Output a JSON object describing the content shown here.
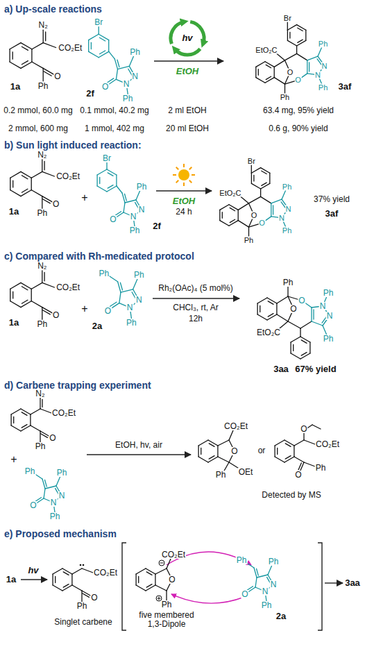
{
  "diagram": {
    "labels": [
      "a) Up-scale reactions",
      "N₂",
      "CO₂Et",
      "O",
      "Ph",
      "1a",
      "Br",
      "Ph",
      "N",
      "N",
      "Ph",
      "O",
      "2f",
      "hv",
      "EtOH",
      "Br",
      "EtO₂C",
      "O",
      "Ph",
      "N",
      "N",
      "Ph",
      "O",
      "Ph",
      "3af",
      "0.2 mmol, 60.0 mg",
      "0.1 mmol, 40.2 mg",
      "2 ml EtOH",
      "63.4 mg, 95% yield",
      "2 mmol, 600 mg",
      "1 mmol, 402 mg",
      "20 ml EtOH",
      "0.6 g, 90% yield",
      "b) Sun light induced reaction:",
      "N₂",
      "CO₂Et",
      "O",
      "Ph",
      "1a",
      "+",
      "Br",
      "Ph",
      "N",
      "N",
      "Ph",
      "O",
      "2f",
      "EtOH",
      "24 h",
      "Br",
      "EtO₂C",
      "O",
      "Ph",
      "N",
      "N",
      "Ph",
      "O",
      "Ph",
      "37% yield",
      "3af",
      "c) Compared with Rh-medicated protocol",
      "N₂",
      "CO₂Et",
      "O",
      "Ph",
      "1a",
      "+",
      "Ph",
      "Ph",
      "N",
      "N",
      "Ph",
      "O",
      "2a",
      "Rh₂(OAc)₄ (5 mol%)",
      "CHCl₃, rt, Ar",
      "12h",
      "EtO₂C",
      "O",
      "Ph",
      "N",
      "N",
      "Ph",
      "O",
      "Ph",
      "3aa",
      "67% yield",
      "d) Carbene trapping experiment",
      "N₂",
      "CO₂Et",
      "O",
      "Ph",
      "+",
      "Ph",
      "Ph",
      "N",
      "N",
      "Ph",
      "O",
      "EtOH, hv, air",
      "CO₂Et",
      "O",
      "Ph",
      "OEt",
      "or",
      "O",
      "CO₂Et",
      "O",
      "Ph",
      "Detected by MS",
      "e) Proposed mechanism",
      "1a",
      "hv",
      "CO₂Et",
      "O",
      "Ph",
      "Singlet carbene",
      "CO₂Et",
      "O",
      "Ph",
      "five membered 1,3-Dipole",
      "Ph",
      "Ph",
      "N",
      "N",
      "Ph",
      "O",
      "2a",
      "3aa"
    ]
  }
}
